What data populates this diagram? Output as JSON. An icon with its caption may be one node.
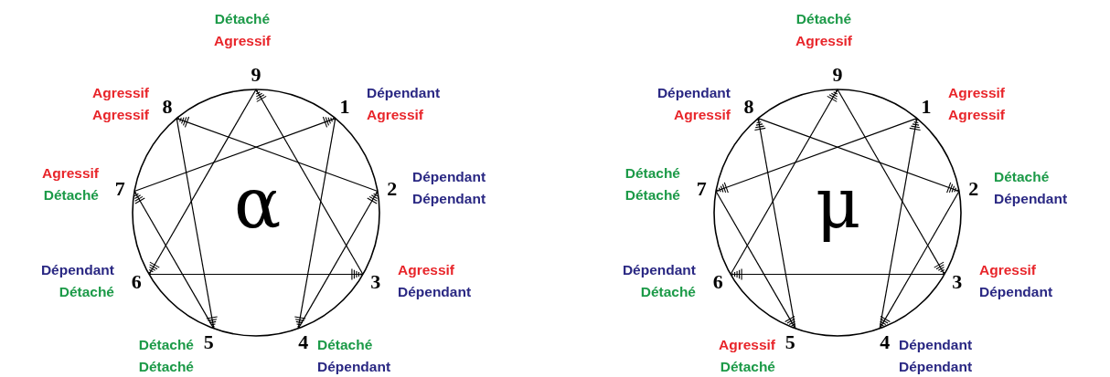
{
  "diagram": {
    "nodes": [
      {
        "text": [
          "1"
        ],
        "beside": [
          "Dépendant",
          "Agressif"
        ]
      },
      {
        "text": [
          "2"
        ],
        "beside": [
          "Dépendant",
          "Dépendant"
        ]
      },
      {
        "text": [
          "3"
        ],
        "beside": [
          "Agressif",
          "Dépendant"
        ]
      },
      {
        "text": [
          "4"
        ],
        "beside": [
          "Détaché",
          "Dépendant"
        ]
      },
      {
        "text": [
          "5"
        ],
        "beside": [
          "Détaché",
          "Détaché"
        ]
      },
      {
        "text": [
          "6"
        ],
        "beside": [
          "Dépendant",
          "Détaché"
        ]
      },
      {
        "text": [
          "7"
        ],
        "beside": [
          "Agressif",
          "Détaché"
        ]
      },
      {
        "text": [
          "8"
        ],
        "beside": [
          "Agressif",
          "Agressif"
        ]
      },
      {
        "text": [
          "9"
        ],
        "beside": [
          "Détaché",
          "Agressif"
        ]
      },
      {
        "text": [
          "1"
        ],
        "beside": [
          "Agressif",
          "Agressif"
        ]
      },
      {
        "text": [
          "2"
        ],
        "beside": [
          "Détaché",
          "Dépendant"
        ]
      },
      {
        "text": [
          "3"
        ],
        "beside": [
          "Agressif",
          "Dépendant"
        ]
      },
      {
        "text": [
          "4"
        ],
        "beside": [
          "Dépendant",
          "Dépendant"
        ]
      },
      {
        "text": [
          "5"
        ],
        "beside": [
          "Agressif",
          "Détaché"
        ]
      },
      {
        "text": [
          "6"
        ],
        "beside": [
          "Dépendant",
          "Détaché"
        ]
      },
      {
        "text": [
          "7"
        ],
        "beside": [
          "Détaché",
          "Détaché"
        ]
      },
      {
        "text": [
          "8"
        ],
        "beside": [
          "Dépendant",
          "Agressif"
        ]
      },
      {
        "text": [
          "9"
        ],
        "beside": [
          "Détaché",
          "Agressif"
        ]
      }
    ],
    "edges": [
      {
        "from": 5,
        "to": 2,
        "arrow": "other"
      },
      {
        "from": 8,
        "to": 5,
        "arrow": "other"
      },
      {
        "from": 2,
        "to": 8,
        "arrow": "other"
      },
      {
        "from": 0,
        "to": 3,
        "arrow": "other"
      },
      {
        "from": 3,
        "to": 1,
        "arrow": "other"
      },
      {
        "from": 1,
        "to": 7,
        "arrow": "other"
      },
      {
        "from": 7,
        "to": 4,
        "arrow": "other"
      },
      {
        "from": 4,
        "to": 6,
        "arrow": "other"
      },
      {
        "from": 6,
        "to": 0,
        "arrow": "other"
      },
      {
        "from": 11,
        "to": 14,
        "arrow": "other"
      },
      {
        "from": 14,
        "to": 17,
        "arrow": "other"
      },
      {
        "from": 17,
        "to": 11,
        "arrow": "other"
      },
      {
        "from": 9,
        "to": 15,
        "arrow": "other"
      },
      {
        "from": 15,
        "to": 13,
        "arrow": "other"
      },
      {
        "from": 13,
        "to": 16,
        "arrow": "other"
      },
      {
        "from": 16,
        "to": 10,
        "arrow": "other"
      },
      {
        "from": 10,
        "to": 12,
        "arrow": "other"
      },
      {
        "from": 12,
        "to": 9,
        "arrow": "other"
      }
    ],
    "labels": [
      "α",
      "μ"
    ]
  }
}
